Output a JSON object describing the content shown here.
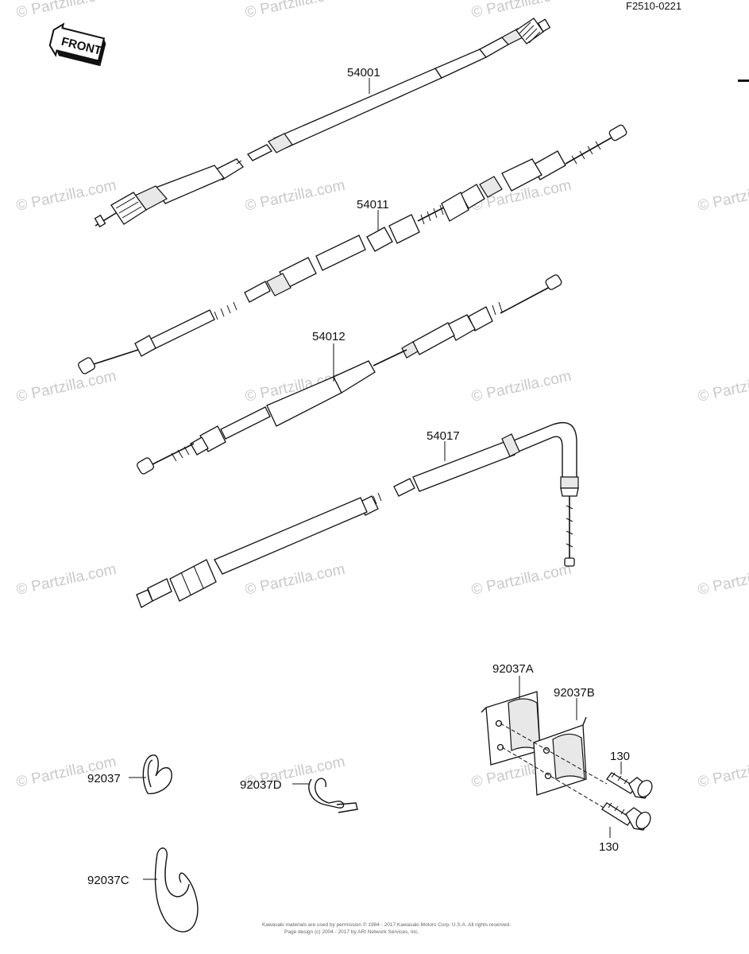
{
  "figure_id": "F2510-0221",
  "front_label": "FRONT",
  "watermark": "© Partzilla.com",
  "parts": {
    "speedo_cable": "54001",
    "throttle_cable_a": "54011",
    "throttle_cable_b": "54012",
    "choke_cable": "54017",
    "clamp": "92037",
    "clamp_a": "92037A",
    "clamp_b": "92037B",
    "clamp_c": "92037C",
    "clamp_d": "92037D",
    "bolt_top": "130",
    "bolt_bottom": "130"
  },
  "footer": {
    "line1": "Kawasaki materials are used by permission © 1984 - 2017 Kawasaki Motors Corp. U.S.A. All rights reserved.",
    "line2": "Page design (c) 2004 - 2017 by ARI Network Services, Inc."
  }
}
